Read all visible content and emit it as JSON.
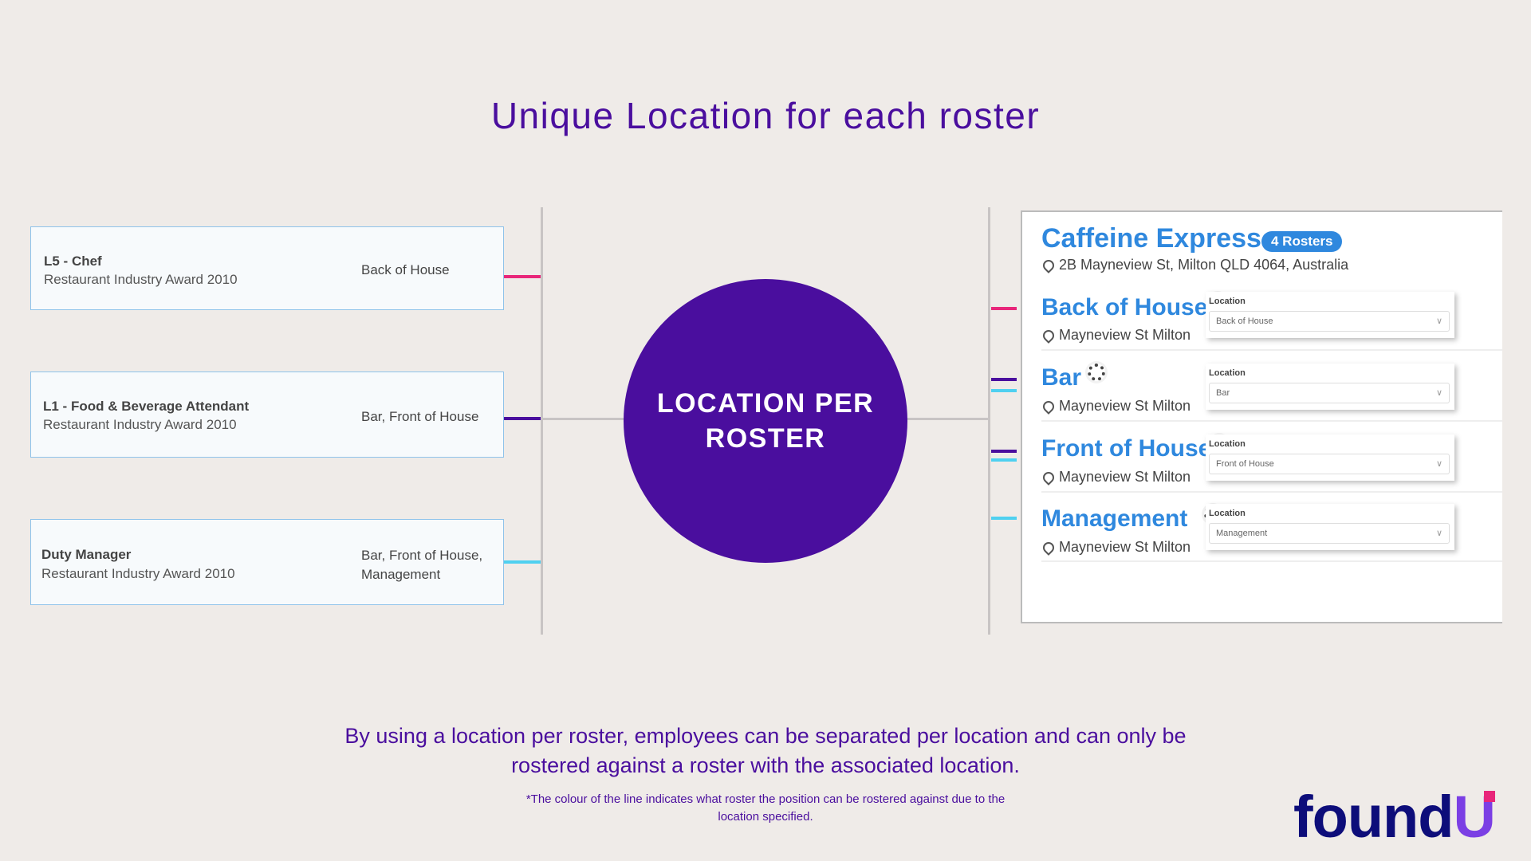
{
  "title": "Unique Location for each roster",
  "positions": [
    {
      "name": "L5 - Chef",
      "award": "Restaurant Industry Award 2010",
      "locations_line1": "Back of House",
      "locations_line2": "",
      "line_color": "#e8267a"
    },
    {
      "name": "L1 - Food & Beverage Attendant",
      "award": "Restaurant Industry Award 2010",
      "locations_line1": "Bar, Front of House",
      "locations_line2": "",
      "line_color": "#4a0e9e"
    },
    {
      "name": "Duty Manager",
      "award": "Restaurant Industry Award 2010",
      "locations_line1": "Bar, Front of House,",
      "locations_line2": "Management",
      "line_color": "#4fd0f0"
    }
  ],
  "center_label": "LOCATION PER ROSTER",
  "store": {
    "name": "Caffeine Express",
    "badge": "4 Rosters",
    "address": "2B Mayneview St, Milton QLD 4064, Australia"
  },
  "rosters": [
    {
      "name": "Back of House",
      "address": "Mayneview St Milton",
      "location_label": "Location",
      "location_value": "Back of House"
    },
    {
      "name": "Bar",
      "address": "Mayneview St Milton",
      "location_label": "Location",
      "location_value": "Bar"
    },
    {
      "name": "Front of House",
      "address": "Mayneview St Milton",
      "location_label": "Location",
      "location_value": "Front of House"
    },
    {
      "name": "Management",
      "address": "Mayneview St Milton",
      "location_label": "Location",
      "location_value": "Management"
    }
  ],
  "description": "By using a location per roster, employees can be separated per location and can only be rostered against a roster with the associated location.",
  "footnote": "*The colour of the line indicates what roster the position can be rostered against due to the location specified.",
  "logo": {
    "text_main": "found",
    "text_accent": "U"
  },
  "colors": {
    "pink": "#e8267a",
    "purple": "#4a0e9e",
    "cyan": "#4fd0f0",
    "blue": "#2f88de"
  }
}
